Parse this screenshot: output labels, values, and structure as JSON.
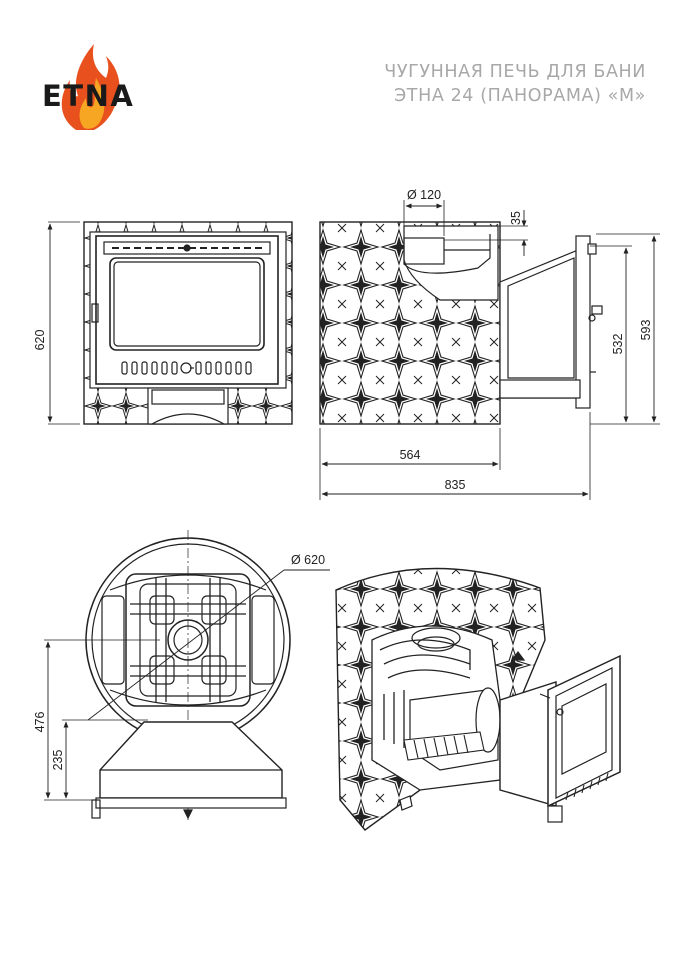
{
  "brand": {
    "name": "ETNA",
    "colors": {
      "flame_outer": "#e8501e",
      "flame_inner": "#f7a623",
      "text": "#1a1a1a"
    }
  },
  "title": {
    "line1": "ЧУГУННАЯ ПЕЧЬ ДЛЯ БАНИ",
    "line2": "ЭТНА 24 (ПАНОРАМА) «М»",
    "color": "#a8a8a8"
  },
  "dimensions": {
    "front_height": "620",
    "pipe_diameter": "Ø 120",
    "pipe_offset": "35",
    "side_door_height": "532",
    "side_total_height": "593",
    "body_depth": "564",
    "total_depth": "835",
    "top_diameter": "Ø 620",
    "flue_height": "476",
    "door_base_height": "235"
  },
  "drawing": {
    "line_color": "#222222"
  }
}
